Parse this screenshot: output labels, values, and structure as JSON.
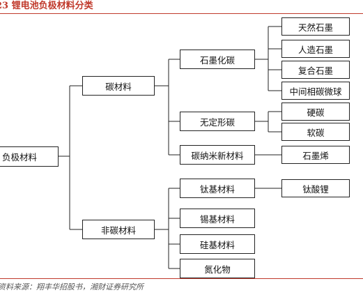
{
  "title": "23 锂电池负极材料分类",
  "source": "资料来源：翔丰华招股书，湘财证券研究所",
  "tree": {
    "root": "负极材料",
    "carbon": "碳材料",
    "non_carbon": "非碳材料",
    "graphitized": "石墨化碳",
    "amorphous": "无定形碳",
    "nano": "碳纳米新材料",
    "natural_graphite": "天然石墨",
    "artificial_graphite": "人造石墨",
    "composite_graphite": "复合石墨",
    "mcmb": "中间相碳微球",
    "hard_carbon": "硬碳",
    "soft_carbon": "软碳",
    "graphene": "石墨烯",
    "titanium_based": "钛基材料",
    "tin_based": "锡基材料",
    "silicon_based": "硅基材料",
    "nitride": "氮化物",
    "lithium_titanate": "钛酸锂"
  }
}
